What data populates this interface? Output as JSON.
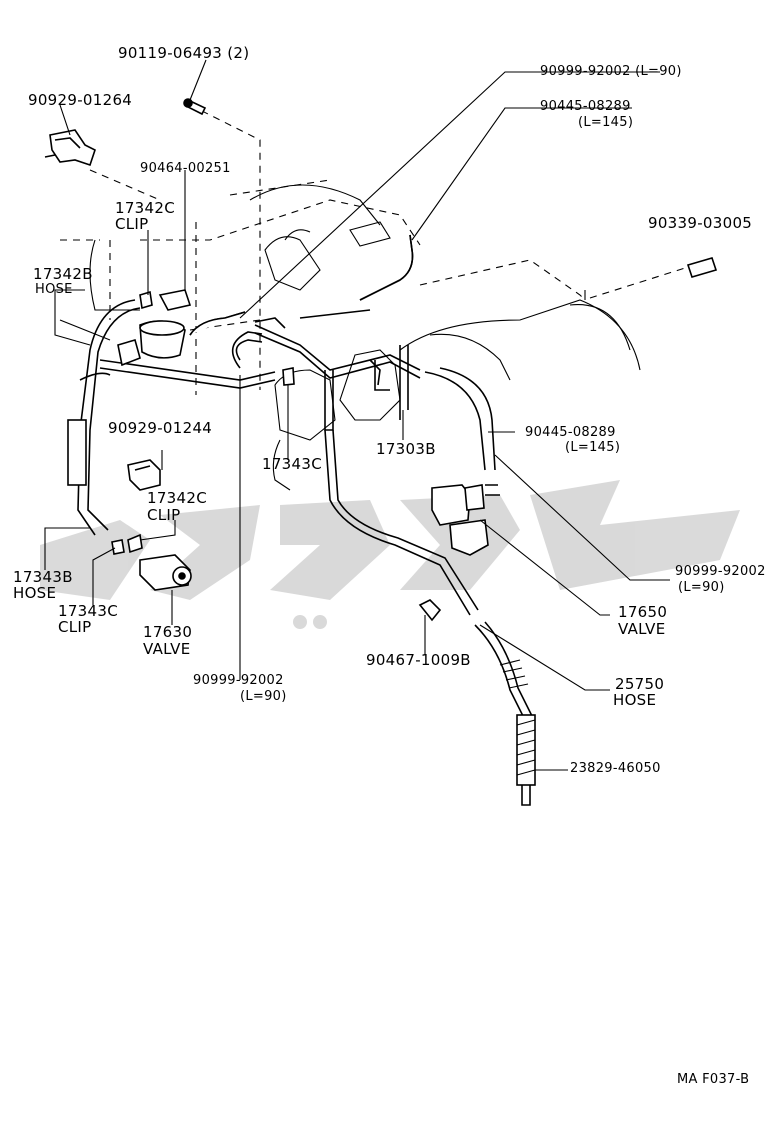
{
  "labels": {
    "p90119": "90119-06493 (2)",
    "p90929_01264": "90929-01264",
    "p90999_top": "90999-92002  (L=90)",
    "p90445_top": "90445-08289",
    "p90445_top_len": "(L=145)",
    "p90464": "90464-00251",
    "p17342c_top": "17342C",
    "p17342c_top_clip": "CLIP",
    "p90339": "90339-03005",
    "p17342b": "17342B",
    "p17342b_hose": "HOSE",
    "p90929_01244": "90929-01244",
    "p17342c_mid": "17342C",
    "p17342c_mid_clip": "CLIP",
    "p17343c_mid": "17343C",
    "p17303b": "17303B",
    "p90445_mid": "90445-08289",
    "p90445_mid_len": "(L=145)",
    "p17343b": "17343B",
    "p17343b_hose": "HOSE",
    "p17343c_low": "17343C",
    "p17343c_low_clip": "CLIP",
    "p17630": "17630",
    "p17630_valve": "VALVE",
    "p90999_right": "90999-92002",
    "p90999_right_len": "(L=90)",
    "p17650": "17650",
    "p17650_valve": "VALVE",
    "p90467": "90467-1009B",
    "p25750": "25750",
    "p25750_hose": "HOSE",
    "p90999_low": "90999-92002",
    "p90999_low_len": "(L=90)",
    "p23829": "23829-46050",
    "footer": "MA F037-B"
  },
  "colors": {
    "line": "#000000",
    "watermark": "#d0d0d0",
    "background": "#ffffff"
  }
}
